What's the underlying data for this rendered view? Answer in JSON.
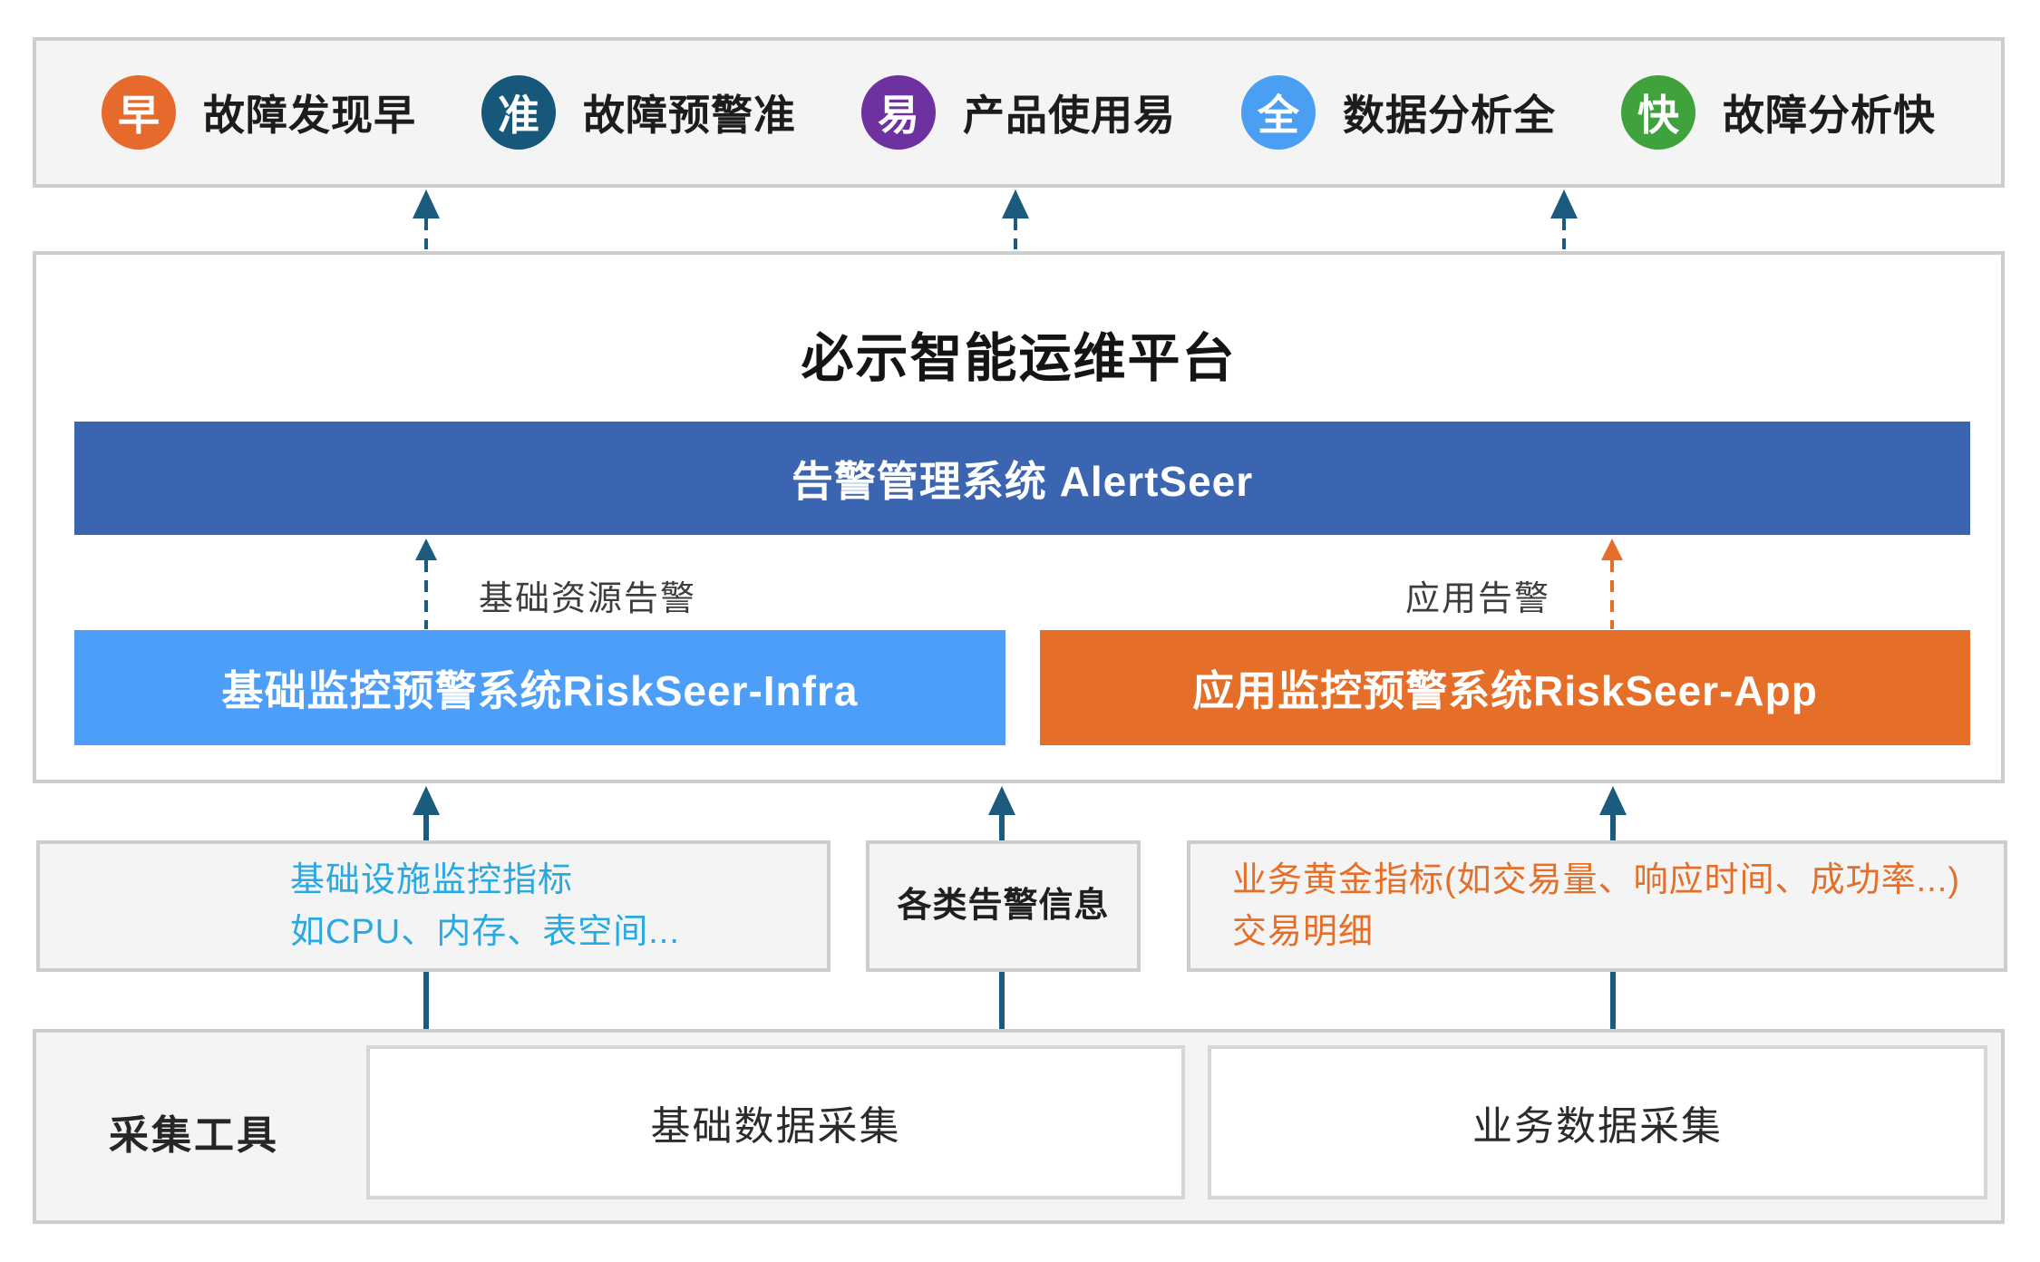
{
  "colors": {
    "arrow_teal": "#1a5b7e",
    "accent_orange": "#e56f28",
    "bar_dark_blue": "#3b64b1",
    "bar_light_blue": "#4d9ef8",
    "info_text_blue": "#29a9e1",
    "panel_bg": "#f4f4f4",
    "panel_border": "#cdcdcd",
    "inner_box_border": "#d6d6d6",
    "text_dark": "#1c1c1c",
    "arrow_label_gray": "#3d3d3d"
  },
  "top_bar": {
    "badges": [
      {
        "icon": "早",
        "label": "故障发现早",
        "color": "#e56a2b"
      },
      {
        "icon": "准",
        "label": "故障预警准",
        "color": "#17587a"
      },
      {
        "icon": "易",
        "label": "产品使用易",
        "color": "#7031a0"
      },
      {
        "icon": "全",
        "label": "数据分析全",
        "color": "#4b9ff2"
      },
      {
        "icon": "快",
        "label": "故障分析快",
        "color": "#3fa23c"
      }
    ]
  },
  "platform": {
    "title": "必示智能运维平台",
    "alert_bar": "告警管理系统 AlertSeer",
    "infra_bar": "基础监控预警系统RiskSeer-Infra",
    "app_bar": "应用监控预警系统RiskSeer-App",
    "infra_arrow_label": "基础资源告警",
    "app_arrow_label": "应用告警"
  },
  "data_sources": {
    "infra_metrics": {
      "line1": "基础设施监控指标",
      "line2": "如CPU、内存、表空间..."
    },
    "alerts": {
      "line1": "各类告警信息"
    },
    "business_metrics": {
      "line1": "业务黄金指标(如交易量、响应时间、成功率...)",
      "line2": "交易明细"
    }
  },
  "collection": {
    "label": "采集工具",
    "infra_collect": "基础数据采集",
    "business_collect": "业务数据采集"
  }
}
